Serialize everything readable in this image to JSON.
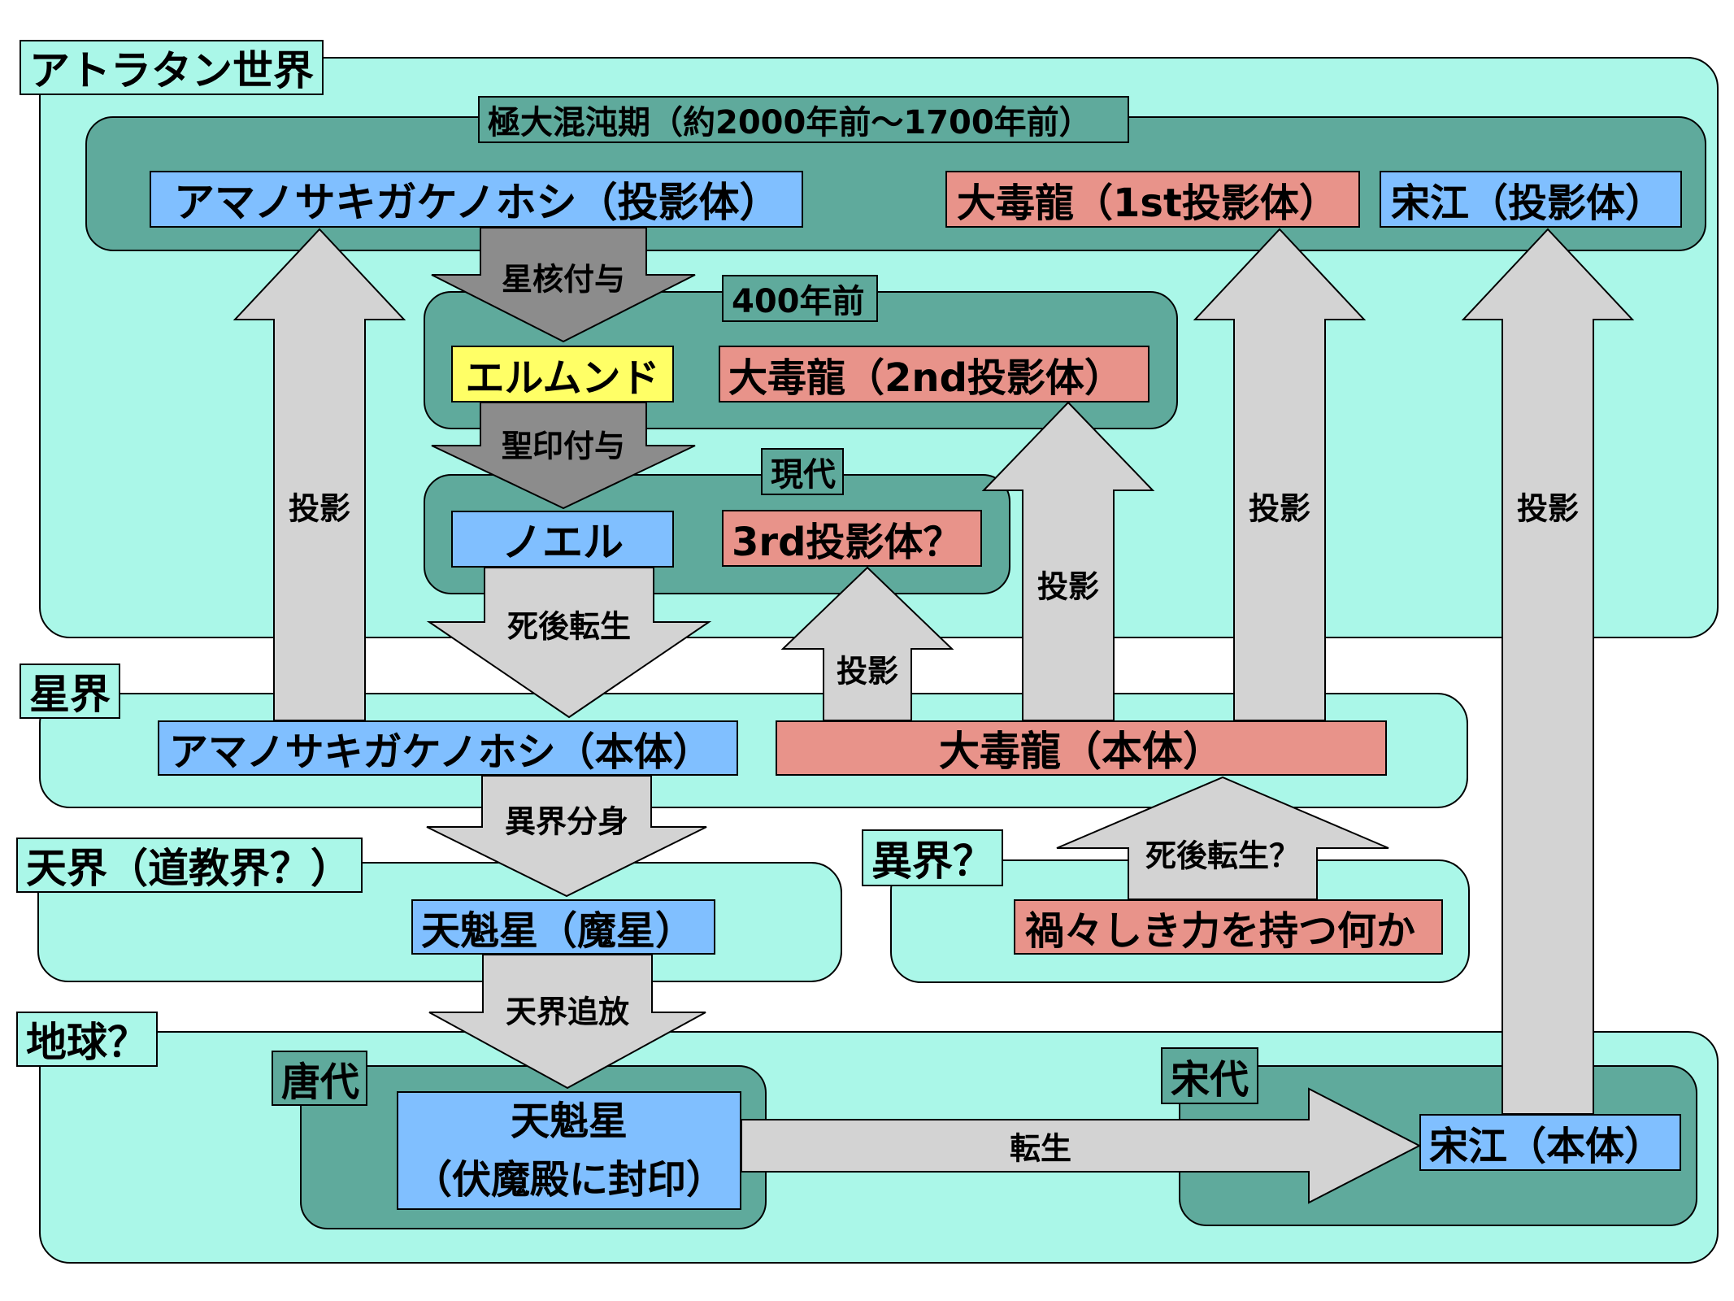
{
  "colors": {
    "realm_bg": "#aaf7e8",
    "era_bg": "#5faa9c",
    "blue_box": "#80bfff",
    "red_box": "#e8938a",
    "yellow_box": "#ffff66",
    "light_arrow": "#d3d3d3",
    "dark_arrow": "#8c8c8c"
  },
  "realms": {
    "atlatan": "アトラタン世界",
    "astral": "星界",
    "heaven": "天界（道教界？）",
    "otherworld": "異界？",
    "earth": "地球？"
  },
  "eras": {
    "chaos": "極大混沌期（約2000年前〜1700年前）",
    "four_hundred": "400年前",
    "modern": "現代",
    "tang": "唐代",
    "song": "宋代"
  },
  "nodes": {
    "amano_projection": "アマノサキガケノホシ（投影体）",
    "daidokuryu_1st": "大毒龍（1st投影体）",
    "soko_projection": "宋江（投影体）",
    "elmund": "エルムンド",
    "daidokuryu_2nd": "大毒龍（2nd投影体）",
    "noel": "ノエル",
    "third_projection": "3rd投影体？",
    "amano_body": "アマノサキガケノホシ（本体）",
    "daidokuryu_body": "大毒龍（本体）",
    "tenkaisei_demon": "天魁星（魔星）",
    "sinister_power": "禍々しき力を持つ何か",
    "tenkaisei_sealed_line1": "天魁星",
    "tenkaisei_sealed_line2": "（伏魔殿に封印）",
    "soko_body": "宋江（本体）"
  },
  "arrows": {
    "star_core": "星核付与",
    "holy_seal": "聖印付与",
    "rebirth_death": "死後転生",
    "projection_amano": "投影",
    "projection_3rd": "投影",
    "projection_2nd": "投影",
    "projection_1st": "投影",
    "projection_soko": "投影",
    "other_split": "異界分身",
    "rebirth_question": "死後転生？",
    "heaven_exile": "天界追放",
    "reincarnation": "転生"
  }
}
